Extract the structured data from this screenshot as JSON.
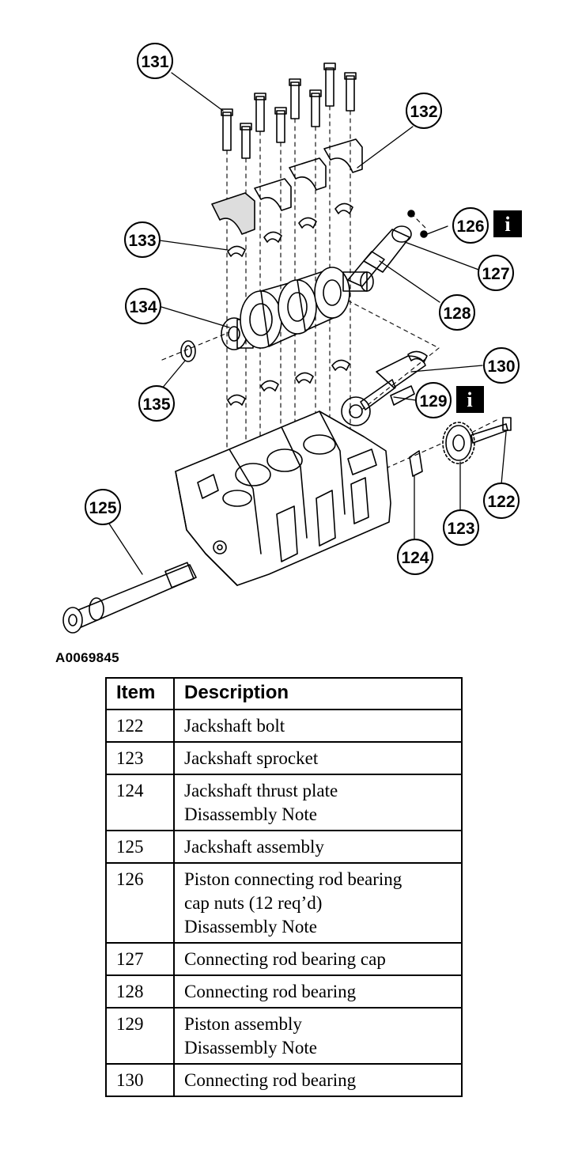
{
  "figure_id": "A0069845",
  "callouts": [
    "131",
    "132",
    "133",
    "126",
    "127",
    "128",
    "134",
    "135",
    "130",
    "129",
    "125",
    "122",
    "123",
    "124"
  ],
  "table": {
    "headers": {
      "item": "Item",
      "description": "Description"
    },
    "rows": [
      {
        "item": "122",
        "lines": [
          "Jackshaft bolt"
        ]
      },
      {
        "item": "123",
        "lines": [
          "Jackshaft sprocket"
        ]
      },
      {
        "item": "124",
        "lines": [
          "Jackshaft thrust plate",
          "Disassembly Note"
        ]
      },
      {
        "item": "125",
        "lines": [
          "Jackshaft assembly"
        ]
      },
      {
        "item": "126",
        "lines": [
          "Piston connecting rod bearing",
          "cap nuts (12 req’d)",
          "Disassembly Note"
        ]
      },
      {
        "item": "127",
        "lines": [
          "Connecting rod bearing cap"
        ]
      },
      {
        "item": "128",
        "lines": [
          "Connecting rod bearing"
        ]
      },
      {
        "item": "129",
        "lines": [
          "Piston assembly",
          "Disassembly Note"
        ]
      },
      {
        "item": "130",
        "lines": [
          "Connecting rod bearing"
        ]
      }
    ]
  }
}
